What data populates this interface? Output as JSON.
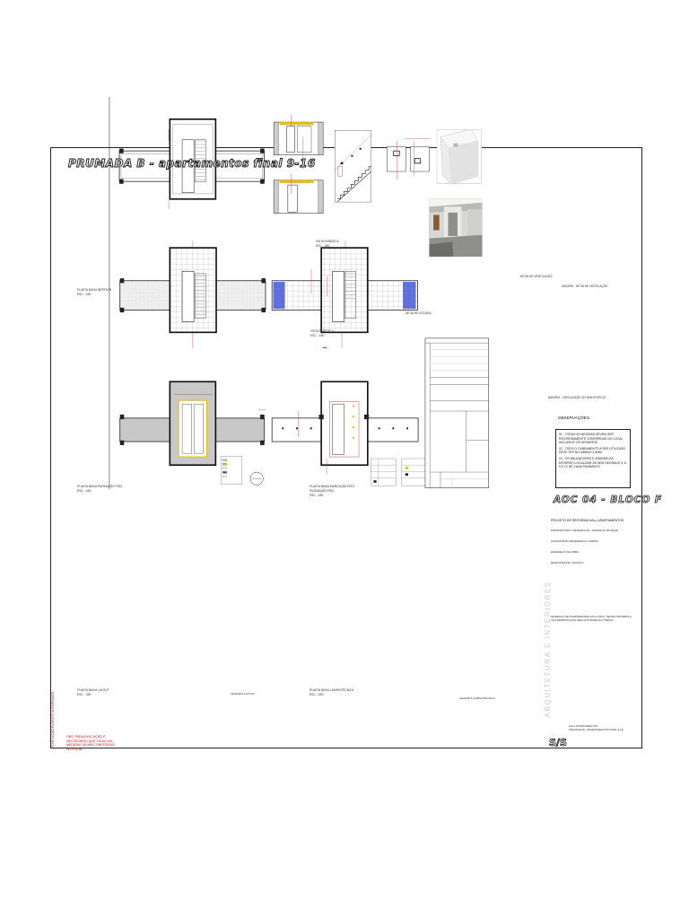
{
  "sheet": {
    "title": "PRUMADA B - apartamentos final 9-16"
  },
  "plans": {
    "plan_upper": "PLANTA BAIXA INFERIOR",
    "plan_upper_scale": "ESC.: 1/50",
    "plan_mid_left": "PLANTA BAIXA PAGINAÇÃO PISO",
    "plan_mid_left_scale": "ESC.: 1/50",
    "plan_mid_right": "PLANTA BAIXA MARCAÇÃO PISO",
    "plan_mid_right_sub": "PAGINAÇÃO PISO",
    "plan_mid_right_scale": "ESC.: 1/50",
    "plan_low_left": "PLANTA BAIXA LAYOUT",
    "plan_low_left_scale": "ESC.: 1/50",
    "plan_low_right": "PLANTA BAIXA LUMINOTÉCNICA",
    "plan_low_right_scale": "ESC.: 1/50",
    "section_a": "VISTA PAREDE A",
    "section_a_scale": "ESC.: 1/50",
    "section_b": "VISTA PAREDE B",
    "section_b_scale": "ESC.: 1/50",
    "stair_detail": "DETALHE ESCADA",
    "box_detail": "DETALHE VENTILAÇÃO",
    "render_1": "IMAGEM - DETALHE VENTILAÇÃO",
    "render_2": "IMAGEM - CIRCULAÇÃO 3D SEM EDIFÍCIO",
    "legend_title": "LEGENDA LAYOUT",
    "legend_lum_title": "LEGENDA LUMINOTÉCNICA"
  },
  "observations": {
    "title": "OBSERVAÇÕES:",
    "items": [
      "01 - TODAS AS MEDIDAS DEVEM SER RIGOROSAMENTE CONFERIDAS NO LOCAL INCLUSIVE OS DESNÍVEIS",
      "02 - TODO O CABEAMENTO A SER UTILIZADO DEVE TER NO MÍNIMO 2,5MM",
      "03 - OS BALIZADORES E ARANDELAS DEVERÃO LOCALIZAR-SE NOS DEGRAUS 3, 6, 9 E 12 DE CADA PAVIMENTO"
    ]
  },
  "titleblock": {
    "code": "AOC 04 - BLOCO F",
    "project": "PROJETO DE REFORMA HALL APARTAMENTOS",
    "line1": "PROPRIETÁRIO: RESIDENCIAL JARDIM DO BOSQUE",
    "line2": "CONDOMÍNIO RESIDENCIAL JARDIM",
    "line3": "ENDEREÇO DA OBRA",
    "line4": "RESPONSÁVEL TÉCNICO",
    "note": "DESENHO DE PROPRIEDADE EXCLUSIVA, SENDO PROIBIDA A SUA REPRODUÇÃO SEM AUTORIZAÇÃO PRÉVIA",
    "content_line1": "HALL APARTAMENTOS",
    "content_line2": "PRUMADA B - APARTAMENTOS FINAL 9-16",
    "sheet": "S/S",
    "brand": "ARQUITETURA E INTERIORES"
  },
  "notes": {
    "red_note": "OBS: PARA EXECUÇÃO É NECESSÁRIO QUE TODAS AS MEDIDAS SEJAM CONFERIDAS NO LOCAL",
    "vertical_note": "EXECUÇÃO BLOCO F AUTORIZADO"
  },
  "colors": {
    "ink": "#222222",
    "red_dimension": "#c0141e",
    "glass_blue": "#3a4fd6",
    "gray_fill": "#c8c8c8",
    "accent_yellow": "#e8c200"
  }
}
